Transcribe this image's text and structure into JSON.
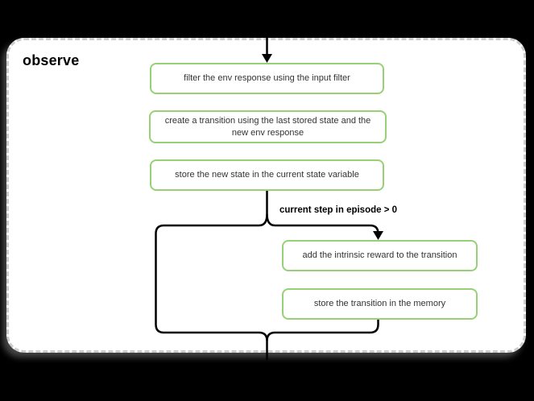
{
  "diagram": {
    "title": "observe",
    "nodes": [
      {
        "id": "filter",
        "label": "filter the env response using the input filter"
      },
      {
        "id": "create",
        "label": "create a transition using the last stored state and the new env response"
      },
      {
        "id": "store_state",
        "label": "store the new state in the current state variable"
      },
      {
        "id": "add_reward",
        "label": "add the intrinsic reward to the transition"
      },
      {
        "id": "store_transition",
        "label": "store the transition in the memory"
      }
    ],
    "edges": {
      "branch_condition_label": "current step in episode > 0"
    },
    "colors": {
      "background": "#000000",
      "container_fill": "#ffffff",
      "container_border": "#cccccc",
      "node_border": "#97d077",
      "node_fill": "#ffffff",
      "node_text": "#333333",
      "edge_stroke": "#000000"
    }
  }
}
